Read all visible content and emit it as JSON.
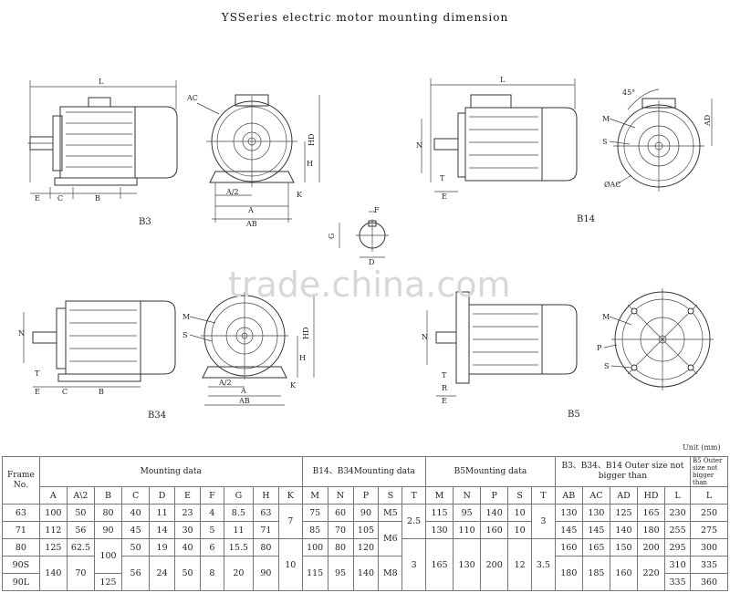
{
  "title": "YSSeries electric motor mounting dimension",
  "watermark": "trade.china.com",
  "unit_label": "Unit (mm)",
  "views": {
    "b3": "B3",
    "b14": "B14",
    "b34": "B34",
    "b5": "B5"
  },
  "dim_labels": {
    "L": "L",
    "AC": "AC",
    "HD": "HD",
    "H": "H",
    "E": "E",
    "C": "C",
    "B": "B",
    "A2": "A/2",
    "A": "A",
    "AB": "AB",
    "K": "K",
    "N": "N",
    "T": "T",
    "M": "M",
    "S": "S",
    "AD": "AD",
    "angle": "45°",
    "phiAC": "ØAC",
    "F": "F",
    "G": "G",
    "D": "D",
    "P": "P",
    "R": "R"
  },
  "table": {
    "frame_header": "Frame No.",
    "group_mounting": "Mounting data",
    "group_b14": "B14、B34Mounting data",
    "group_b5": "B5Mounting data",
    "group_outer": "B3、B34、B14 Outer size not bigger than",
    "group_b5_outer": "B5 Outer size not bigger than",
    "cols_mounting": [
      "A",
      "A\\2",
      "B",
      "C",
      "D",
      "E",
      "F",
      "G",
      "H",
      "K"
    ],
    "cols_b14": [
      "M",
      "N",
      "P",
      "S",
      "T"
    ],
    "cols_b5": [
      "M",
      "N",
      "P",
      "S",
      "T"
    ],
    "cols_outer": [
      "AB",
      "AC",
      "AD",
      "HD",
      "L"
    ],
    "col_b5_L": "L",
    "rows": [
      {
        "frame": "63",
        "A": "100",
        "A2": "50",
        "B": "80",
        "C": "40",
        "D": "11",
        "E": "23",
        "F": "4",
        "G": "8.5",
        "H": "63",
        "K": "7",
        "M14": "75",
        "N14": "60",
        "P14": "90",
        "S14": "M5",
        "T14": "2.5",
        "M5": "115",
        "N5": "95",
        "P5": "140",
        "S5": "10",
        "T5": "3",
        "AB": "130",
        "AC": "130",
        "AD": "125",
        "HD": "165",
        "L": "230",
        "L5": "250"
      },
      {
        "frame": "71",
        "A": "112",
        "A2": "56",
        "B": "90",
        "C": "45",
        "D": "14",
        "E": "30",
        "F": "5",
        "G": "11",
        "H": "71",
        "M14": "85",
        "N14": "70",
        "P14": "105",
        "S14": "M6",
        "M5": "130",
        "N5": "110",
        "P5": "160",
        "S5": "10",
        "AB": "145",
        "AC": "145",
        "AD": "140",
        "HD": "180",
        "L": "255",
        "L5": "275"
      },
      {
        "frame": "80",
        "A": "125",
        "A2": "62.5",
        "B": "100",
        "C": "50",
        "D": "19",
        "E": "40",
        "F": "6",
        "G": "15.5",
        "H": "80",
        "K": "10",
        "M14": "100",
        "N14": "80",
        "P14": "120",
        "T14": "3",
        "AB": "160",
        "AC": "165",
        "AD": "150",
        "HD": "200",
        "L": "295",
        "L5": "300"
      },
      {
        "frame": "90S",
        "A": "140",
        "A2": "70",
        "C": "56",
        "D": "24",
        "E": "50",
        "F": "8",
        "G": "20",
        "H": "90",
        "M14": "115",
        "N14": "95",
        "P14": "140",
        "S14": "M8",
        "M5": "165",
        "N5": "130",
        "P5": "200",
        "S5": "12",
        "T5": "3.5",
        "AB": "180",
        "AC": "185",
        "AD": "160",
        "HD": "220",
        "L": "310",
        "L5": "335"
      },
      {
        "frame": "90L",
        "B": "125",
        "L": "335",
        "L5": "360"
      }
    ]
  }
}
